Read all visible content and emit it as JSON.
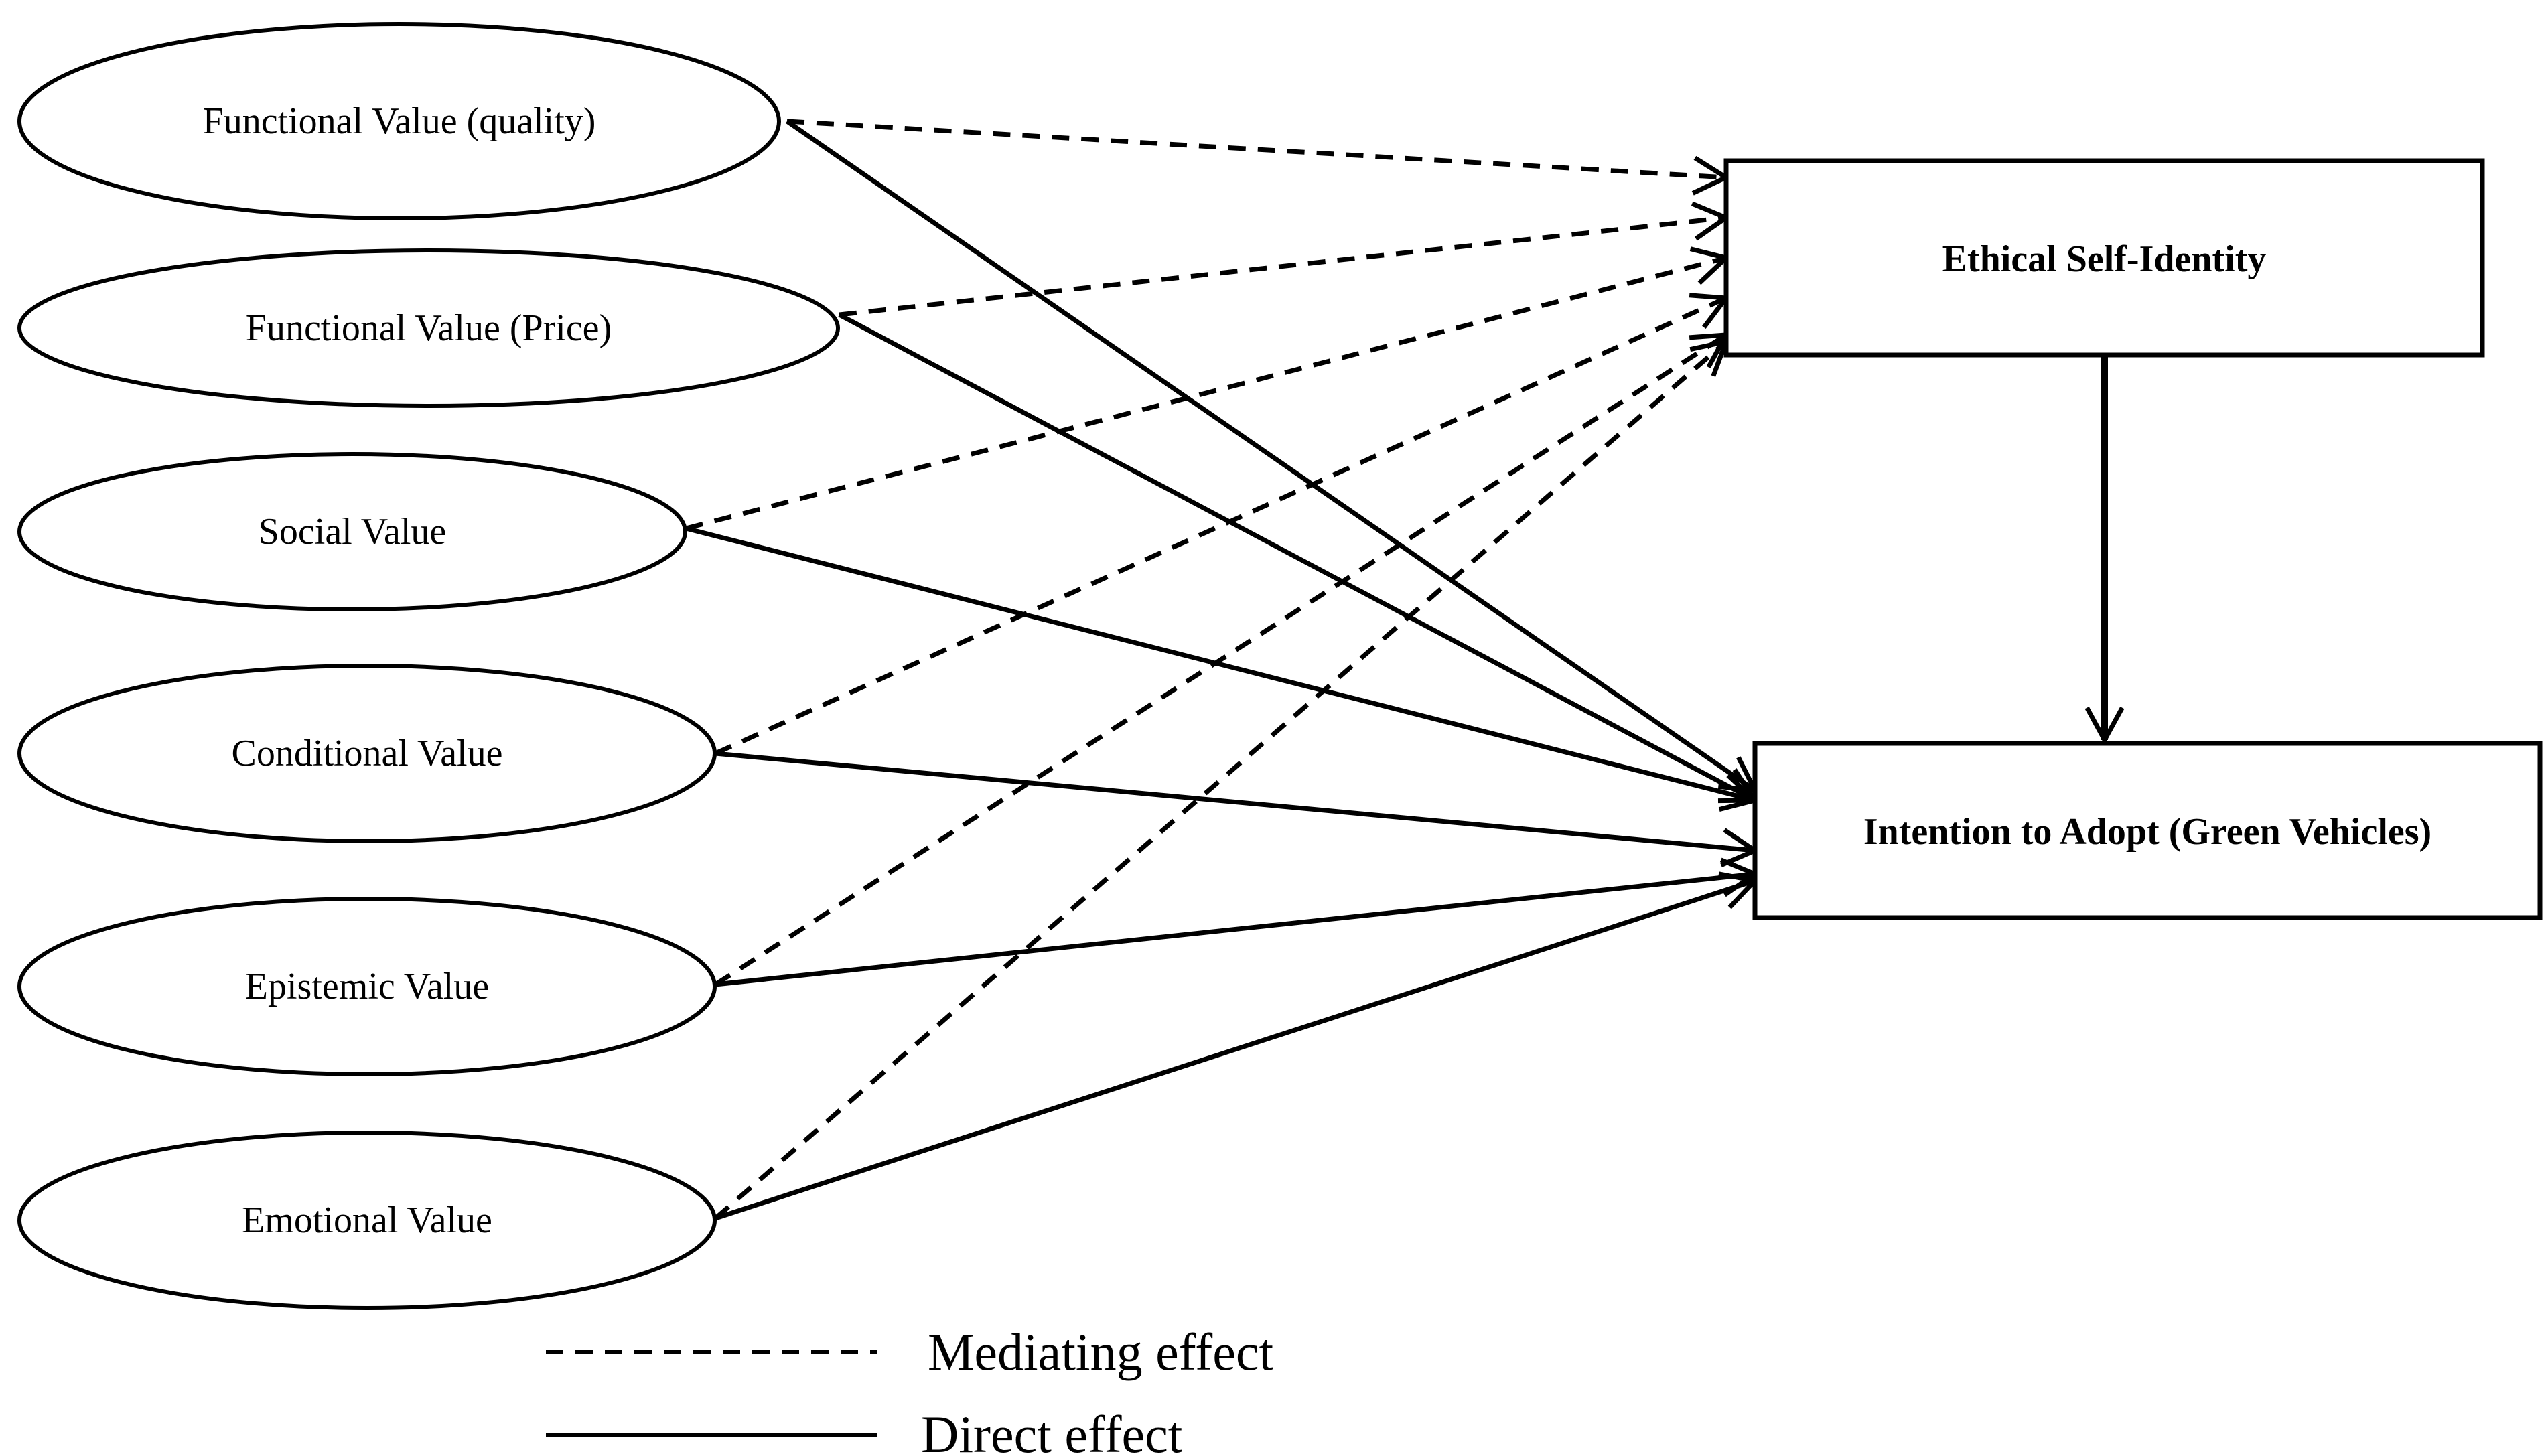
{
  "constructs": [
    {
      "id": "fv_quality",
      "label": "Functional Value (quality)"
    },
    {
      "id": "fv_price",
      "label": "Functional Value (Price)"
    },
    {
      "id": "social",
      "label": "Social Value"
    },
    {
      "id": "conditional",
      "label": "Conditional Value"
    },
    {
      "id": "epistemic",
      "label": "Epistemic Value"
    },
    {
      "id": "emotional",
      "label": "Emotional Value"
    }
  ],
  "mediator": {
    "id": "ethical",
    "label": "Ethical Self-Identity"
  },
  "outcome": {
    "id": "intention",
    "label": "Intention to Adopt (Green Vehicles)"
  },
  "paths": [
    {
      "from": "fv_quality",
      "to": "ethical",
      "type": "mediating"
    },
    {
      "from": "fv_price",
      "to": "ethical",
      "type": "mediating"
    },
    {
      "from": "social",
      "to": "ethical",
      "type": "mediating"
    },
    {
      "from": "conditional",
      "to": "ethical",
      "type": "mediating"
    },
    {
      "from": "epistemic",
      "to": "ethical",
      "type": "mediating"
    },
    {
      "from": "emotional",
      "to": "ethical",
      "type": "mediating"
    },
    {
      "from": "fv_quality",
      "to": "intention",
      "type": "direct"
    },
    {
      "from": "fv_price",
      "to": "intention",
      "type": "direct"
    },
    {
      "from": "social",
      "to": "intention",
      "type": "direct"
    },
    {
      "from": "conditional",
      "to": "intention",
      "type": "direct"
    },
    {
      "from": "epistemic",
      "to": "intention",
      "type": "direct"
    },
    {
      "from": "emotional",
      "to": "intention",
      "type": "direct"
    },
    {
      "from": "ethical",
      "to": "intention",
      "type": "direct"
    }
  ],
  "legend": [
    {
      "type": "mediating",
      "label": "Mediating effect"
    },
    {
      "type": "direct",
      "label": "Direct effect"
    }
  ]
}
